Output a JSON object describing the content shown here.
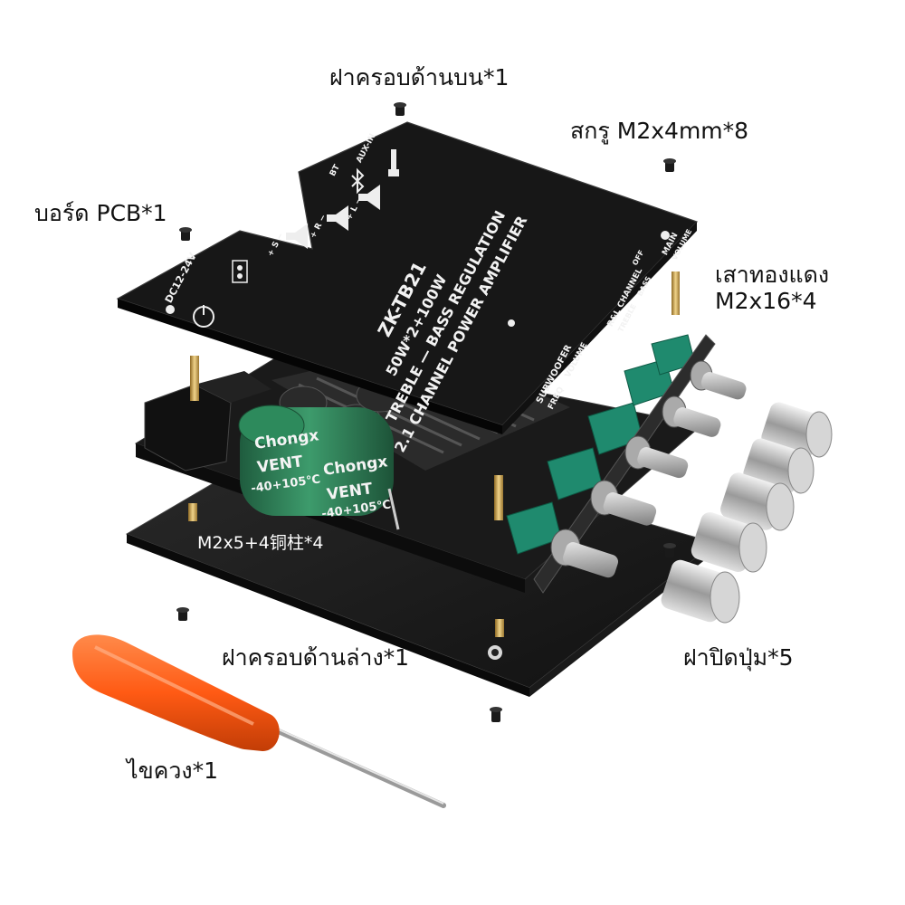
{
  "labels": {
    "top_cover": "ฝาครอบด้านบน*1",
    "screws": "สกรู M2x4mm*8",
    "pcb_board": "บอร์ด PCB*1",
    "brass_standoff": "เสาทองแดง\nM2x16*4",
    "copper_pillar": "M2x5+4铜柱*4",
    "bottom_cover": "ฝาครอบด้านล่าง*1",
    "knob_caps": "ฝาปิดปุ่ม*5",
    "screwdriver": "ไขควง*1"
  },
  "board_print": {
    "model": "ZK-TB21",
    "power": "50W*2+100W",
    "function": "TREBLE — BASS  REGULATION",
    "type": "2.1 CHANNEL POWER AMPLIFIER",
    "dc_input": "DC12-24V",
    "bt": "BT",
    "aux": "AUX-IN",
    "speaker_s": "+ S −",
    "speaker_r": "+ R −",
    "speaker_l": "+ L −",
    "subwoofer": "SUBWOOFER",
    "freq": "FREQ",
    "volume": "VOLUME",
    "rl_channel": "R&L CHANNEL",
    "treble": "TREBLE",
    "bass": "BASS",
    "main": "MAIN",
    "off": "OFF"
  },
  "capacitor": {
    "brand": "Chongx",
    "series": "VENT",
    "temp": "-40+105℃"
  },
  "colors": {
    "pcb": "#1c1c1c",
    "pot_green": "#1f8a6e",
    "cap_green": "#2e7d57",
    "screwdriver_orange": "#ff5a14",
    "brass": "#c9a55a"
  }
}
